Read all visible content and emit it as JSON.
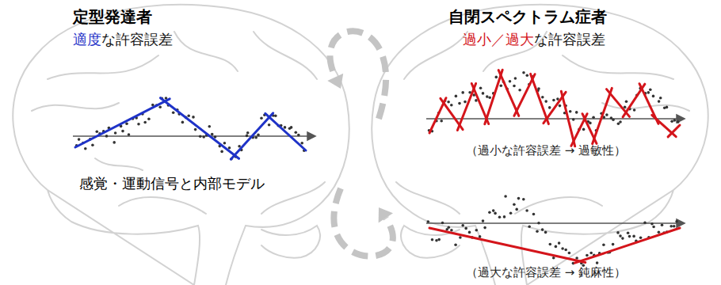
{
  "diagram": {
    "nodes": [
      {
        "text": [
          "定型発達者",
          "適度",
          "な許容誤差",
          "感覚・運動信号と内部モデル"
        ]
      },
      {
        "text": [
          "自閉スペクトラム症者",
          "過小／過大",
          "な許容誤差",
          "（過小な許容誤差 → 過敏性）",
          "（過大な許容誤差 → 鈍麻性）"
        ]
      }
    ],
    "edges": [
      {
        "from": 1,
        "to": 0,
        "arrow": "to"
      },
      {
        "from": 0,
        "to": 1,
        "arrow": "to"
      }
    ]
  }
}
